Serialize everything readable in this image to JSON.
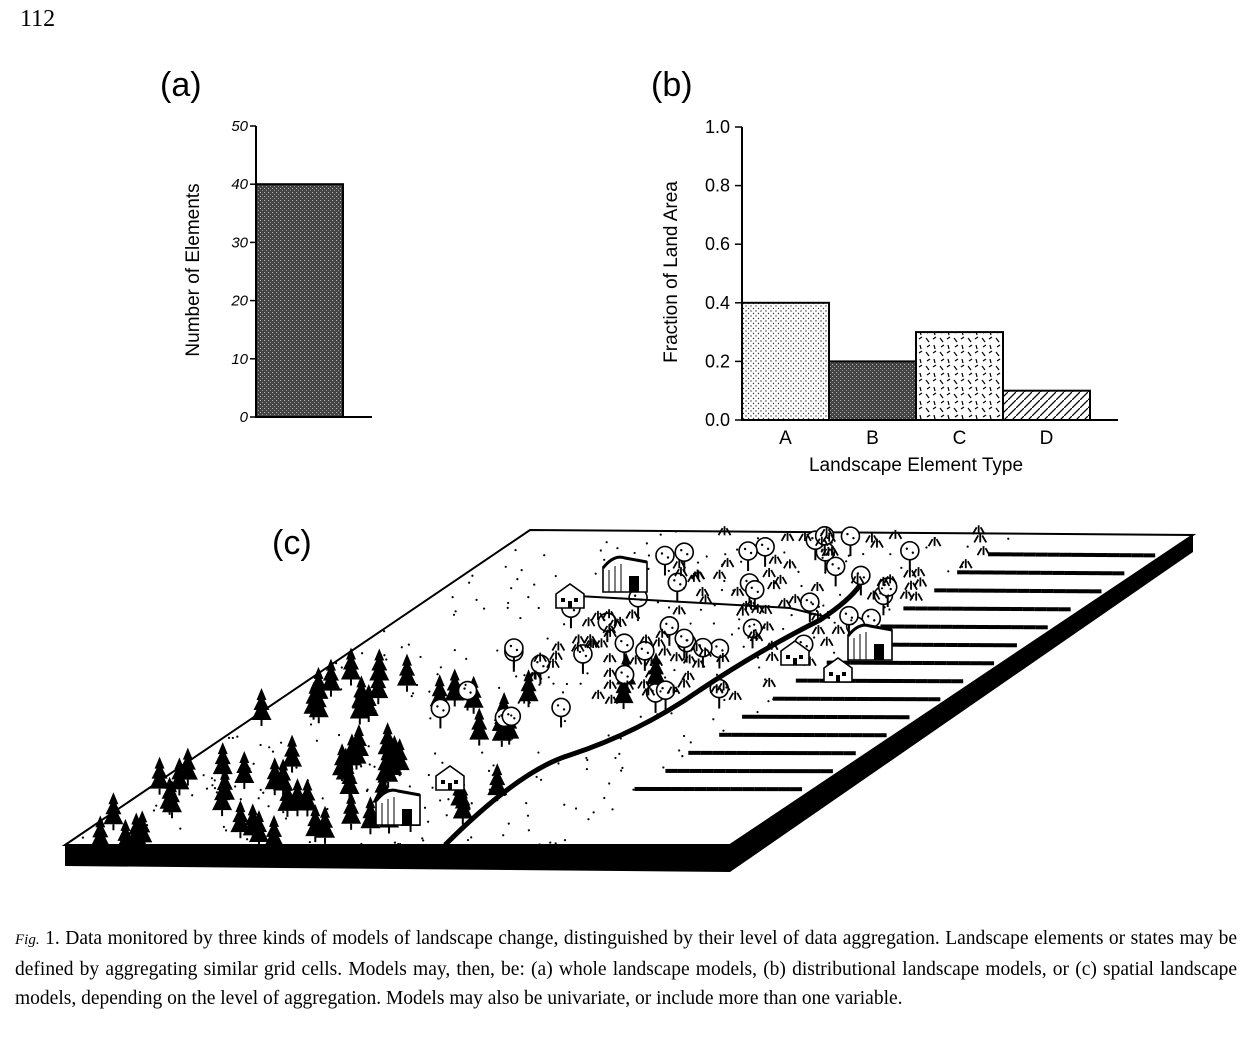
{
  "page": {
    "number": "112"
  },
  "panels": {
    "a": {
      "label": "(a)"
    },
    "b": {
      "label": "(b)"
    },
    "c": {
      "label": "(c)"
    }
  },
  "chart_data": [
    {
      "type": "bar",
      "categories": [
        ""
      ],
      "values": [
        40
      ],
      "ylabel": "Number of Elements",
      "ylim": [
        0,
        50
      ],
      "yticks": [
        "0",
        "10",
        "20",
        "30",
        "40",
        "50"
      ],
      "grid": false
    },
    {
      "type": "bar",
      "categories": [
        "A",
        "B",
        "C",
        "D"
      ],
      "values": [
        0.4,
        0.2,
        0.3,
        0.1
      ],
      "xlabel": "Landscape Element Type",
      "ylabel": "Fraction of Land Area",
      "ylim": [
        0,
        1.0
      ],
      "yticks": [
        "0.0",
        "0.2",
        "0.4",
        "0.6",
        "0.8",
        "1.0"
      ],
      "grid": false
    }
  ],
  "caption": {
    "prefix": "Fig.",
    "text": " 1. Data monitored by three kinds of models of landscape change, distinguished by their level of data aggregation. Landscape elements or states may be defined by aggregating similar grid cells. Models may, then, be: (a) whole landscape models, (b) distributional landscape models, or (c) spatial landscape models, depending on the level of aggregation. Models may also be univariate, or include more than one variable."
  }
}
